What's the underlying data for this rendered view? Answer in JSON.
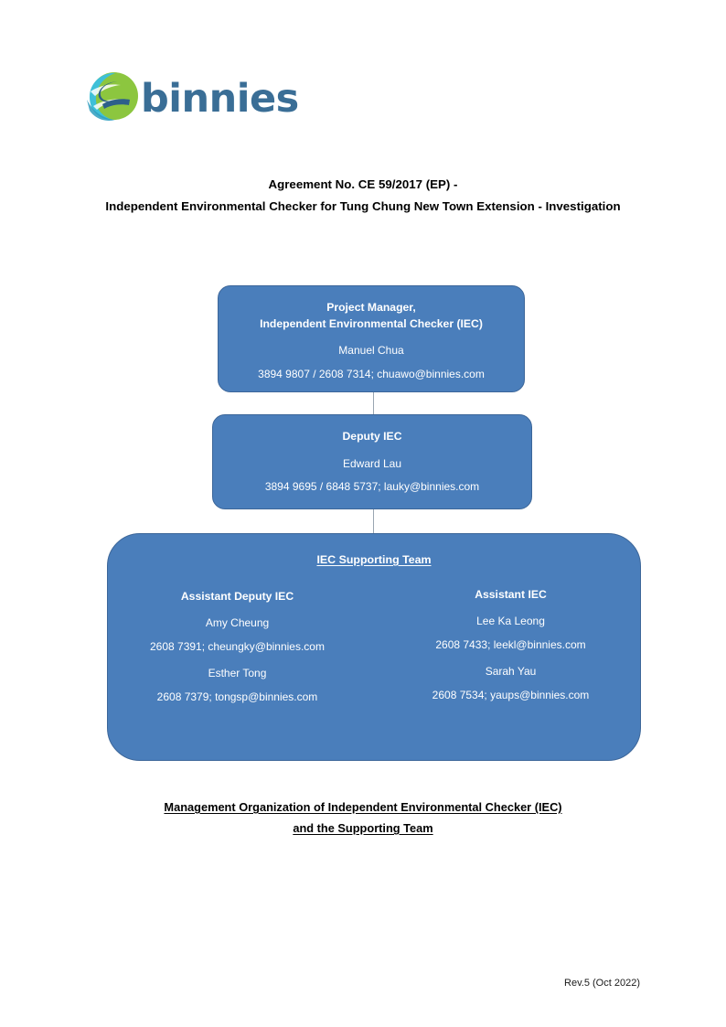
{
  "logo": {
    "wordmark": "binnies",
    "mark_name": "binnies-globe-logo",
    "colors": {
      "green": "#8cc63f",
      "cyan": "#3fc0d8",
      "teal": "#2e9ec0",
      "dark_blue": "#2d5f8a",
      "wordmark": "#3a6e96"
    }
  },
  "document": {
    "title_line1": "Agreement No. CE 59/2017 (EP) -",
    "title_line2": "Independent Environmental Checker for Tung Chung New Town Extension - Investigation",
    "caption_line1": "Management Organization of Independent Environmental Checker (IEC)",
    "caption_line2": "and the Supporting Team",
    "revision": "Rev.5 (Oct 2022)"
  },
  "colors": {
    "node_fill": "#4a7ebb",
    "node_border": "#3c6699",
    "connector": "#9aa6b2",
    "node_text": "#ffffff"
  },
  "chart": {
    "nodes": {
      "project_manager": {
        "title_line1": "Project Manager,",
        "title_line2": "Independent Environmental Checker (IEC)",
        "name": "Manuel Chua",
        "contact": "3894 9807 / 2608 7314; chuawo@binnies.com"
      },
      "deputy_iec": {
        "title": "Deputy IEC",
        "name": "Edward Lau",
        "contact": "3894 9695 / 6848 5737; lauky@binnies.com"
      },
      "supporting_team": {
        "header": "IEC Supporting Team",
        "columns": [
          {
            "role": "Assistant Deputy IEC",
            "members": [
              {
                "name": "Amy Cheung",
                "contact": "2608 7391; cheungky@binnies.com"
              },
              {
                "name": "Esther Tong",
                "contact": "2608 7379; tongsp@binnies.com"
              }
            ]
          },
          {
            "role": "Assistant IEC",
            "members": [
              {
                "name": "Lee Ka Leong",
                "contact": "2608 7433; leekl@binnies.com"
              },
              {
                "name": "Sarah Yau",
                "contact": "2608 7534; yaups@binnies.com"
              }
            ]
          }
        ]
      }
    }
  }
}
